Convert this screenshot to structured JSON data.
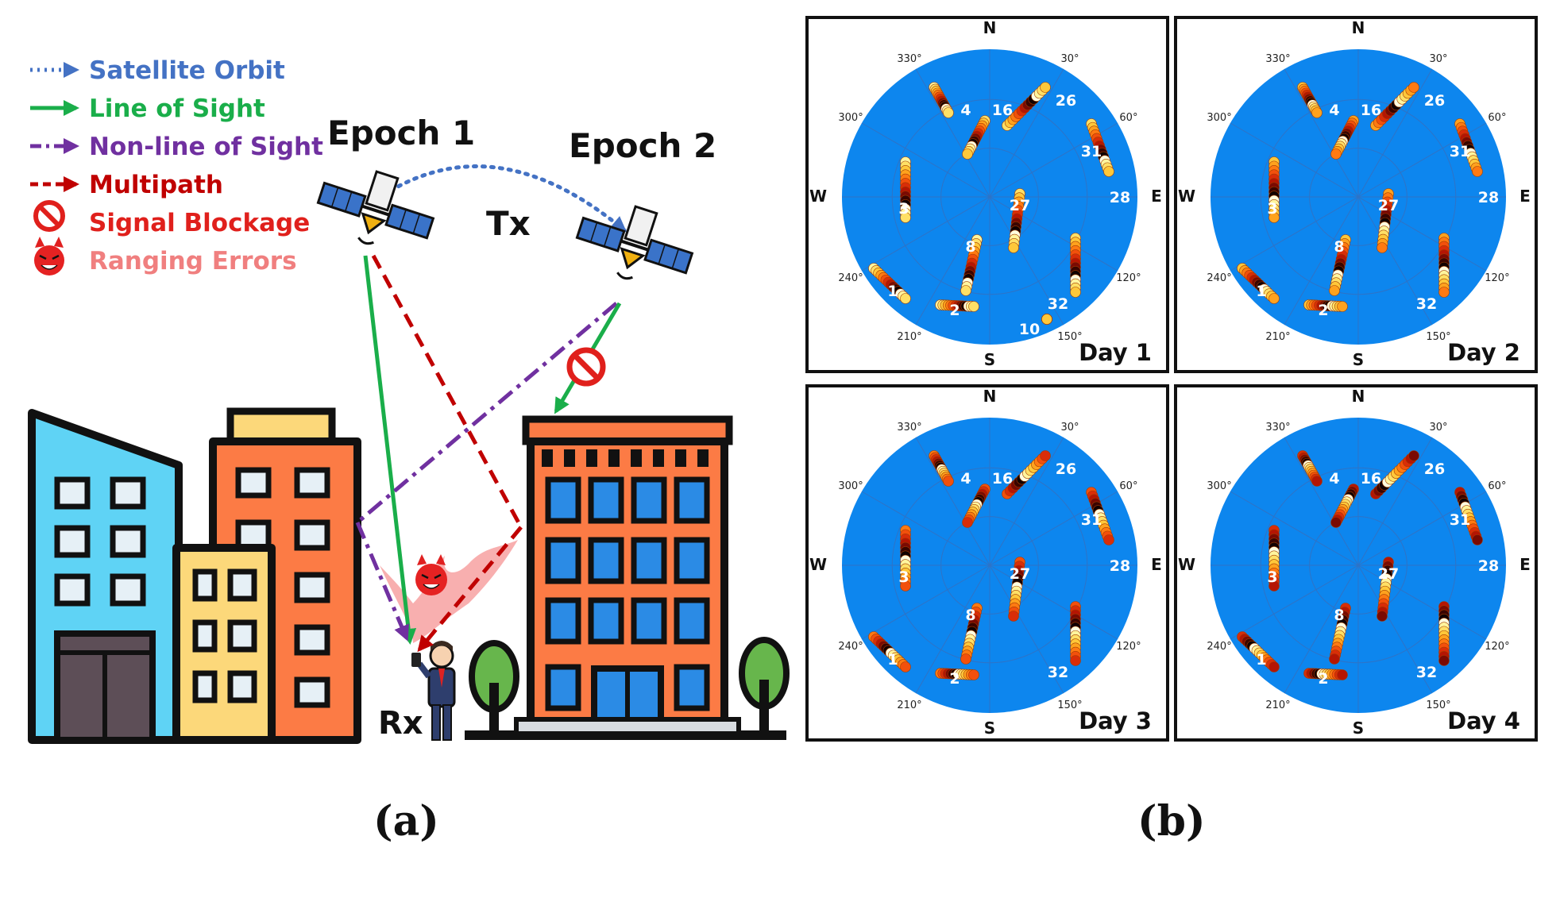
{
  "legend": [
    {
      "label": "Satellite Orbit",
      "color": "#4472c4",
      "style": "dotted",
      "icon": "dotted-arrow-icon"
    },
    {
      "label": "Line of Sight",
      "color": "#1aae4a",
      "style": "solid",
      "icon": "solid-arrow-icon"
    },
    {
      "label": "Non-line of Sight",
      "color": "#7030a0",
      "style": "dashdot",
      "icon": "dashdot-arrow-icon"
    },
    {
      "label": "Multipath",
      "color": "#c00000",
      "style": "dashed",
      "icon": "dashed-arrow-icon"
    },
    {
      "label": "Signal Blockage",
      "color": "#e0201c",
      "style": "icon",
      "icon": "no-entry-icon"
    },
    {
      "label": "Ranging Errors",
      "color": "#f08080",
      "style": "icon",
      "icon": "devil-face-icon"
    }
  ],
  "scene": {
    "epoch1": "Epoch 1",
    "epoch2": "Epoch 2",
    "tx": "Tx",
    "rx": "Rx"
  },
  "captions": {
    "a": "(a)",
    "b": "(b)"
  },
  "colors": {
    "sky": "#0d86ee",
    "orbit": "#4472c4",
    "los": "#1aae4a",
    "nlos": "#7030a0",
    "multipath": "#c00000"
  },
  "skyplot": {
    "cardinals": [
      "N",
      "E",
      "S",
      "W"
    ],
    "degree_labels": [
      "30°",
      "60°",
      "120°",
      "150°",
      "210°",
      "240°",
      "300°",
      "330°"
    ],
    "panels": [
      {
        "label": "Day 1",
        "satellites": [
          "4",
          "16",
          "26",
          "31",
          "28",
          "3",
          "27",
          "8",
          "1",
          "2",
          "32",
          "10"
        ]
      },
      {
        "label": "Day 2",
        "satellites": [
          "4",
          "16",
          "26",
          "31",
          "28",
          "3",
          "27",
          "8",
          "1",
          "2",
          "32"
        ]
      },
      {
        "label": "Day 3",
        "satellites": [
          "4",
          "16",
          "26",
          "31",
          "28",
          "3",
          "27",
          "8",
          "1",
          "2",
          "32"
        ]
      },
      {
        "label": "Day 4",
        "satellites": [
          "4",
          "16",
          "26",
          "31",
          "28",
          "3",
          "27",
          "8",
          "1",
          "2",
          "32"
        ]
      }
    ]
  }
}
